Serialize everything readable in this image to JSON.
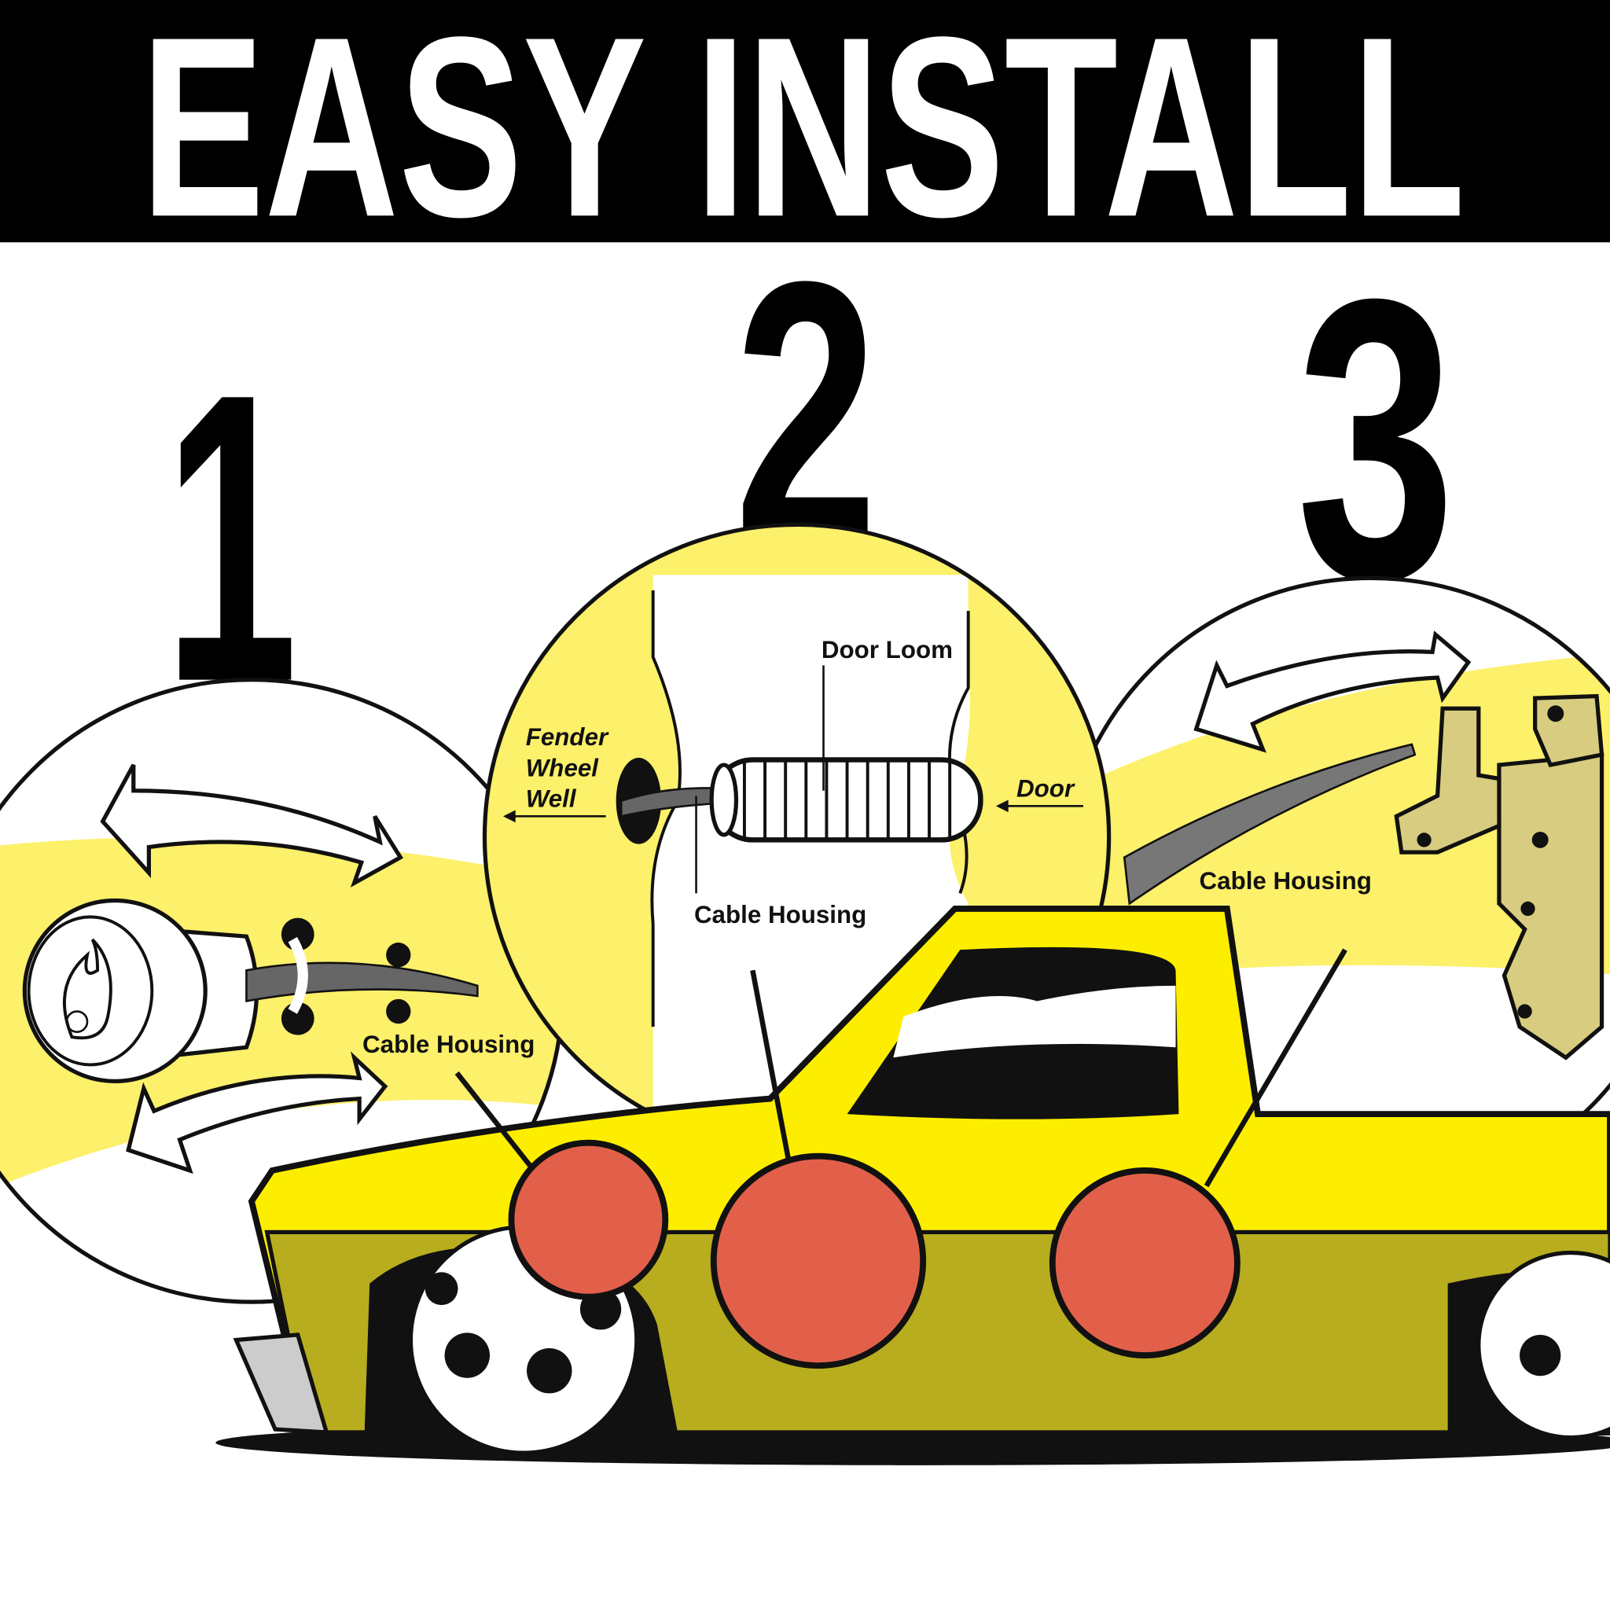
{
  "banner": {
    "title": "EASY INSTALL"
  },
  "steps": [
    {
      "number": "1",
      "label": "Cable Housing"
    },
    {
      "number": "2",
      "labels": {
        "door_loom": "Door Loom",
        "fender_line1": "Fender",
        "fender_line2": "Wheel",
        "fender_line3": "Well",
        "door": "Door",
        "cable_housing": "Cable Housing"
      }
    },
    {
      "number": "3",
      "label": "Cable Housing"
    }
  ],
  "colors": {
    "banner": "#000000",
    "yellow_light": "#fdf06a",
    "truck_yellow": "#fdee00",
    "truck_lower": "#b8ad1e",
    "marker_red": "#e2604a",
    "latch": "#d8cc80"
  },
  "icons": [
    "bidirectional-arrow-icon",
    "flame-knob-icon",
    "door-latch-icon",
    "truck-illustration"
  ]
}
